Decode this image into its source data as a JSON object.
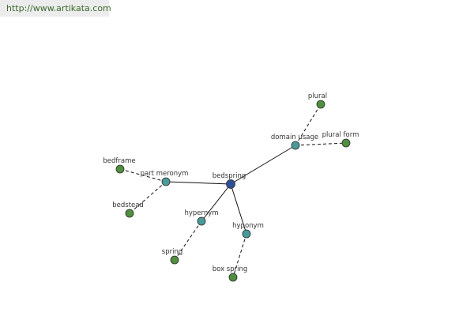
{
  "watermark": {
    "url": "http://www.artikata.com"
  },
  "graph": {
    "center": {
      "label": "bedspring",
      "color": "#2f4f9a"
    },
    "relation_color": "#4a9a9a",
    "leaf_color": "#4f8f3f",
    "relations": [
      {
        "label": "domain usage",
        "targets": [
          "plural",
          "plural form"
        ]
      },
      {
        "label": "part meronym",
        "targets": [
          "bedframe",
          "bedstead"
        ]
      },
      {
        "label": "hypernym",
        "targets": [
          "spring"
        ]
      },
      {
        "label": "hyponym",
        "targets": [
          "box spring"
        ]
      }
    ]
  }
}
